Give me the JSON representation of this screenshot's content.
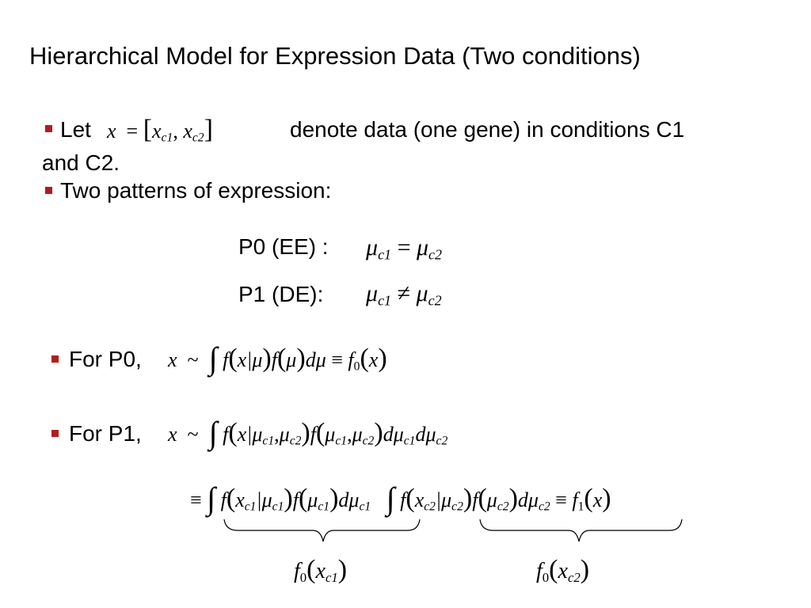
{
  "title": "Hierarchical Model for Expression Data (Two conditions)",
  "bullets": {
    "let_prefix": "Let",
    "let_math": "x = [x_c1, x_c2]",
    "let_suffix": "denote data (one gene) in conditions C1",
    "let_wrap": "and C2.",
    "patterns": "Two patterns of expression:",
    "for_p0": "For P0,",
    "for_p1": "For P1,"
  },
  "patterns": {
    "p0_label": "P0 (EE) :",
    "p1_label": "P1 (DE):",
    "p0_formula": "μ_c1 = μ_c2",
    "p1_formula": "μ_c1 ≠ μ_c2"
  },
  "equations": {
    "p0": "x ~ ∫ f(x|μ) f(μ) dμ ≡ f_0(x)",
    "p1_line1": "x ~ ∫ f(x|μ_c1, μ_c2) f(μ_c1, μ_c2) dμ_c1 dμ_c2",
    "p1_line2": "≡ ∫ f(x_c1|μ_c1) f(μ_c1) dμ_c1 ∫ f(x_c2|μ_c2) f(μ_c2) dμ_c2 ≡ f_1(x)",
    "brace_left_label": "f_0(x_c1)",
    "brace_right_label": "f_0(x_c2)"
  },
  "colors": {
    "bullet": "#b11d1d",
    "text": "#000000"
  }
}
